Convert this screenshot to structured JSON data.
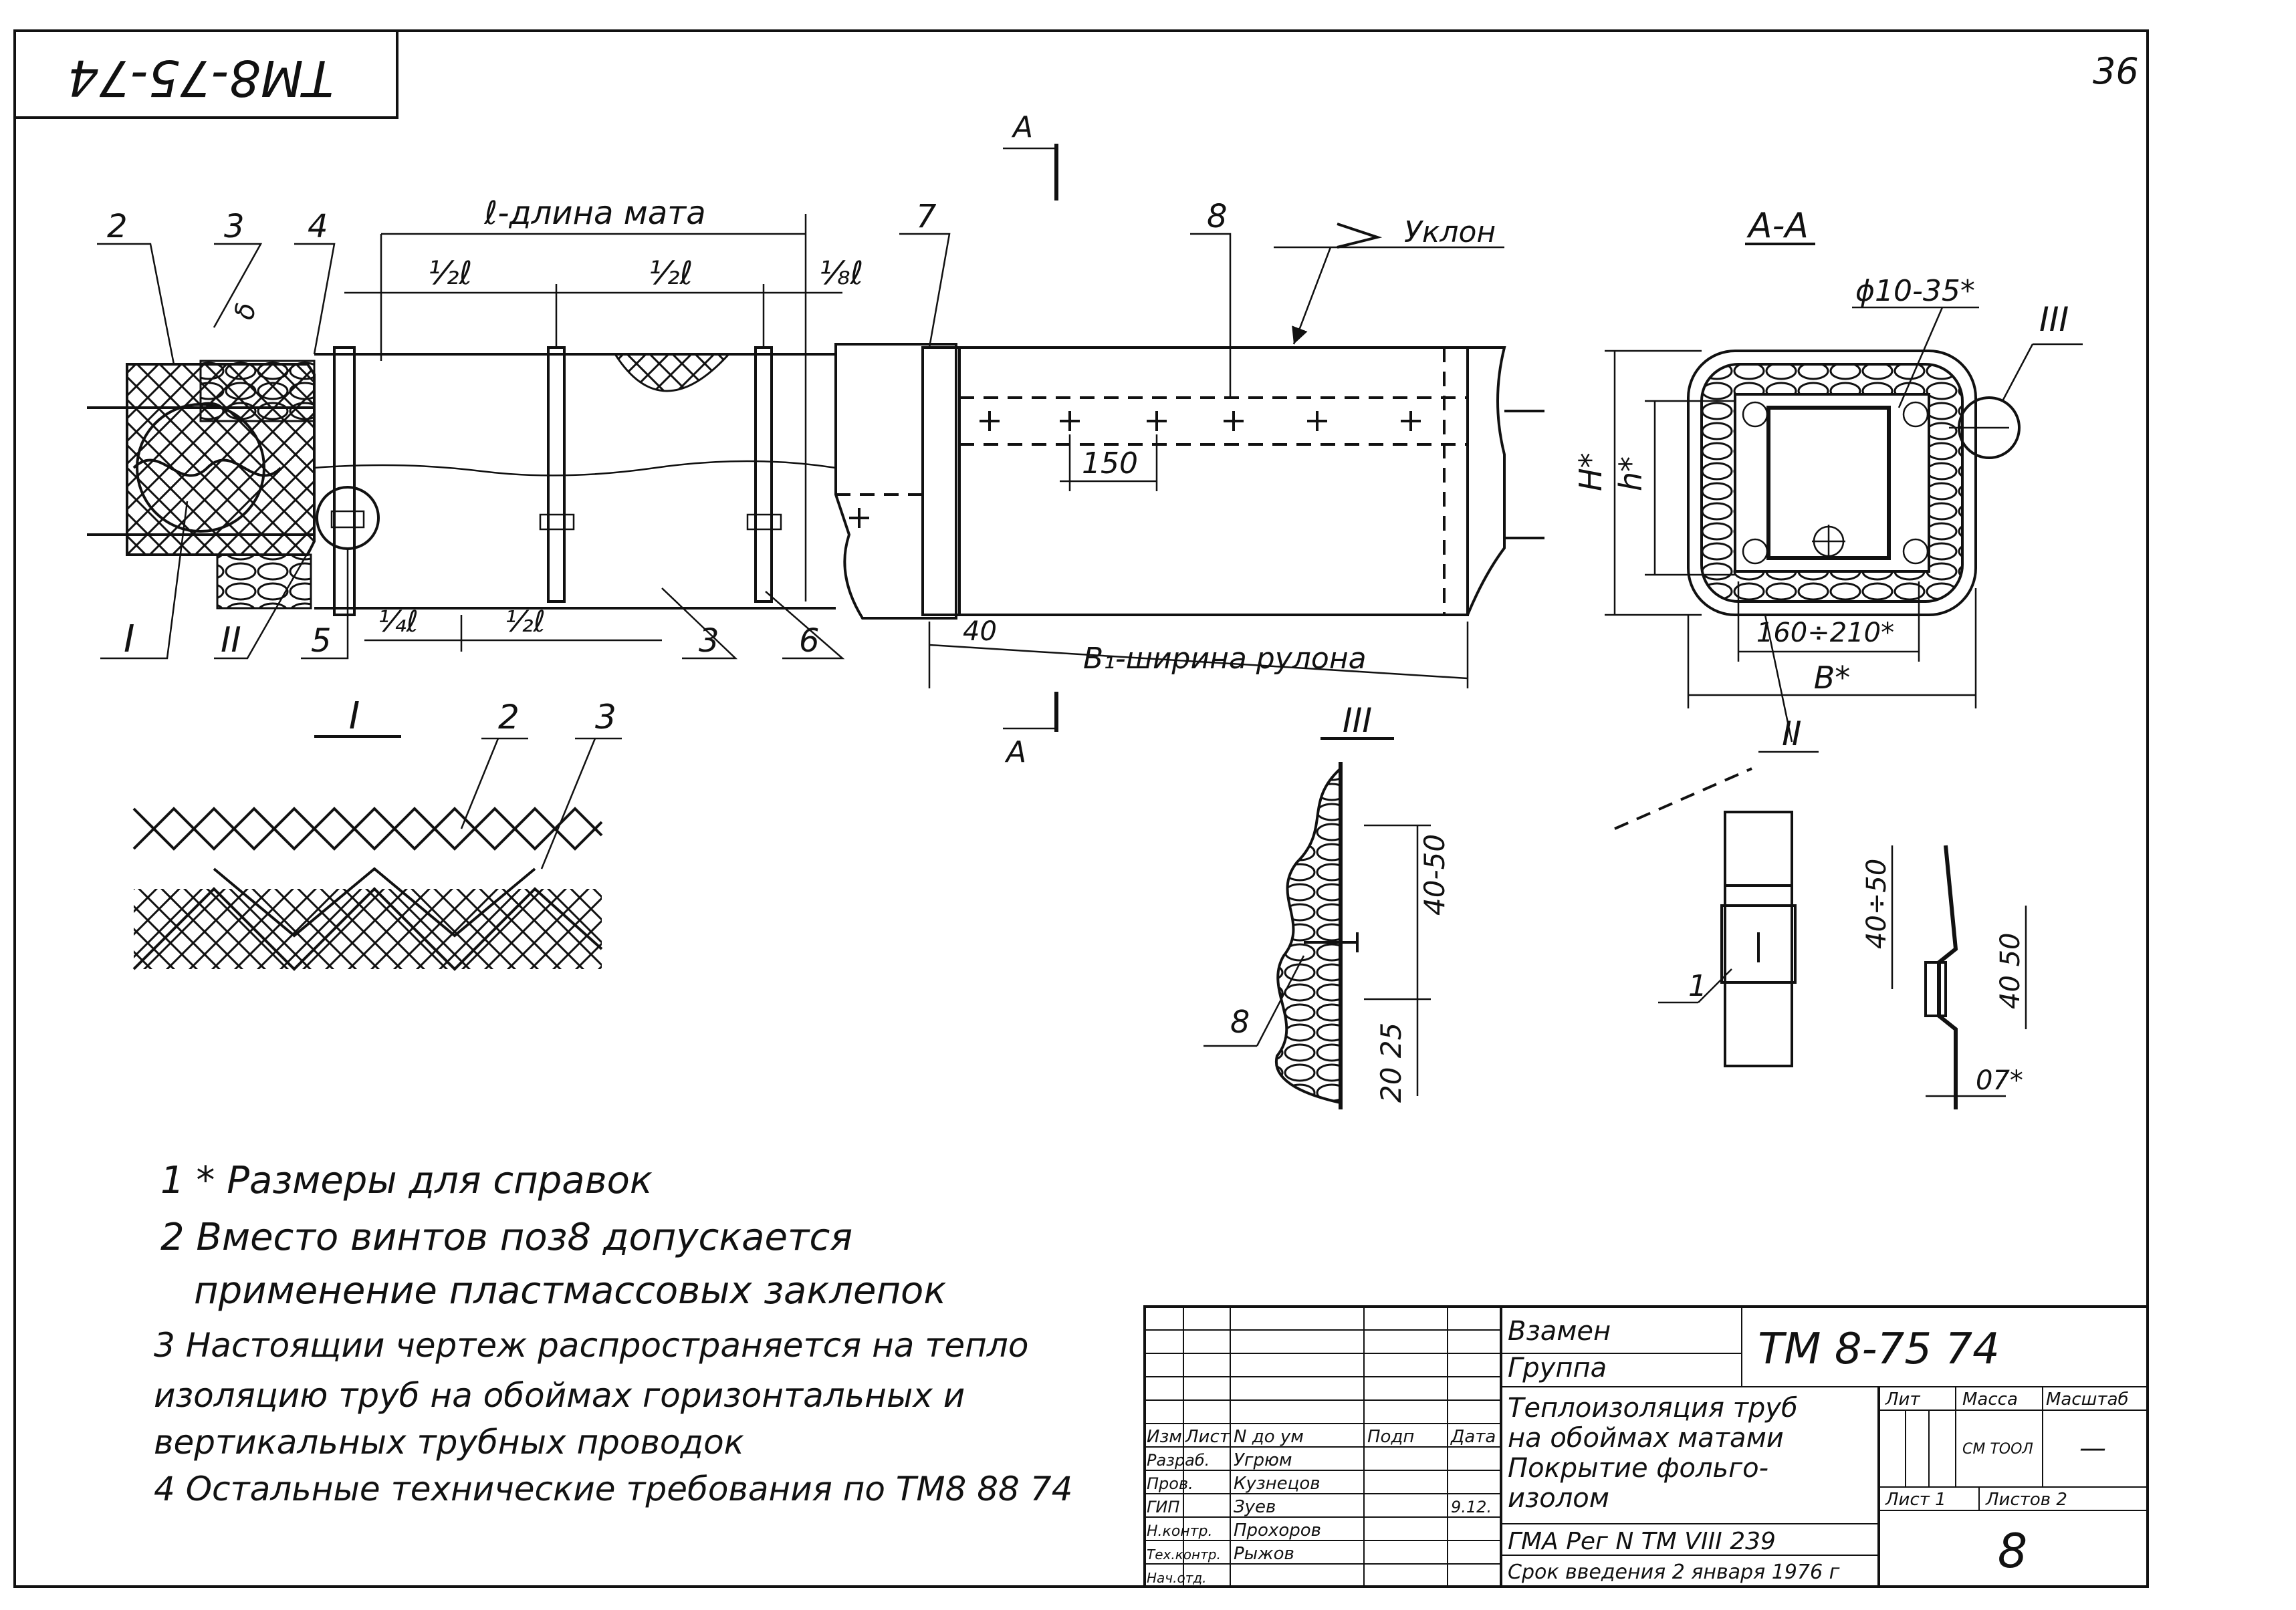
{
  "sheet": {
    "code_top": "ТМ8-75-74",
    "page_no": "36"
  },
  "main_view": {
    "callouts": [
      "2",
      "3",
      "4",
      "5",
      "6",
      "7",
      "8",
      "3"
    ],
    "detail_marks": [
      "I",
      "II"
    ],
    "dims": {
      "mat_length": "ℓ-длина мата",
      "half_l_1": "½ℓ",
      "half_l_2": "½ℓ",
      "eighth_l": "⅛ℓ",
      "quarter_l": "¼ℓ",
      "half_l_3": "½ℓ",
      "pitch": "150",
      "edge": "40",
      "roll_width": "B₁-ширина рулона"
    },
    "slope_label": "Уклон",
    "section_mark": "А",
    "small_b": "δ"
  },
  "section_aa": {
    "title": "А-А",
    "diameter": "ϕ10-35*",
    "detail": "III",
    "H": "H*",
    "h": "h*",
    "width_range": "160÷210*",
    "B": "B*",
    "detail2": "II"
  },
  "detail_I": {
    "title": "I",
    "labels": [
      "2",
      "3"
    ]
  },
  "detail_III": {
    "title": "III",
    "dim1": "40-50",
    "dim2": "20 25",
    "label": "8"
  },
  "detail_II": {
    "label": "1",
    "dim1": "40÷50",
    "dim2": "40 50",
    "dim3": "07*"
  },
  "notes": [
    "1 * Размеры для справок",
    "2 Вместо винтов поз8 допускается",
    "применение пластмассовых заклепок",
    "3 Настоящии чертеж распространяется на тепло",
    "изоляцию труб на обоймах горизонтальных и",
    "вертикальных трубных проводок",
    "4 Остальные технические требования по ТМ8 88 74"
  ],
  "title_block": {
    "replaces": "Взамен",
    "group": "Группа",
    "doc_code": "ТМ 8-75 74",
    "title_lines": [
      "Теплоизоляция труб",
      "на обоймах матами",
      "Покрытие фольго-",
      "изолом"
    ],
    "reg": "ГМА Рег N  ТМ VIII 239",
    "intro": "Срок введения 2 января 1976 г",
    "col_heads": [
      "Лит",
      "Масса",
      "Масштаб"
    ],
    "mass_value": "СМ ТООЛ",
    "scale_value": "—",
    "sheet_label": "Лист 1",
    "sheets_label": "Листов 2",
    "sheet_no": "8",
    "row_heads": [
      "Изм",
      "Лист",
      "N до ум",
      "Подп",
      "Дата"
    ],
    "people": [
      {
        "role": "Разраб.",
        "name": "Угрюм"
      },
      {
        "role": "Пров.",
        "name": "Кузнецов"
      },
      {
        "role": "ГИП",
        "name": "Зуев"
      },
      {
        "role": "Н.контр.",
        "name": "Прохоров"
      },
      {
        "role": "Тех.контр.",
        "name": "Рыжов"
      },
      {
        "role": "Нач.отд.",
        "name": ""
      }
    ],
    "date": "9.12."
  }
}
